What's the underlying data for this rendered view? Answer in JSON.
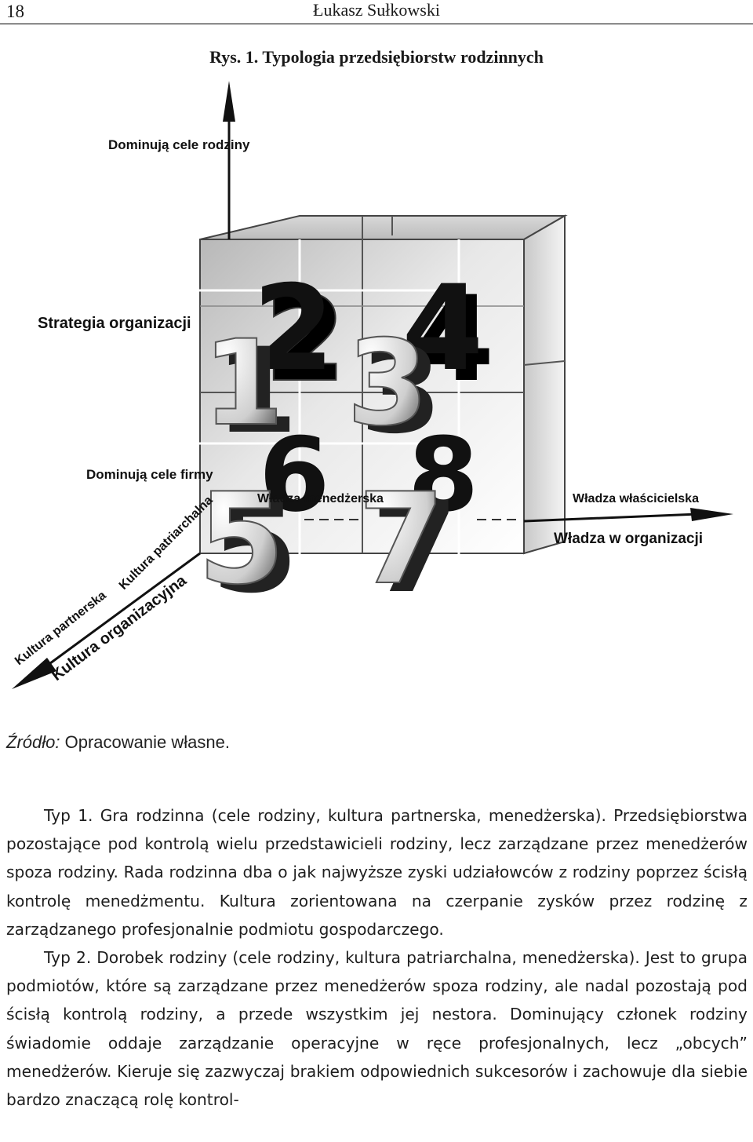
{
  "header": {
    "page_number": "18",
    "running_head": "Łukasz Sułkowski"
  },
  "figure": {
    "caption": "Rys. 1. Typologia przedsiębiorstw rodzinnych",
    "labels": {
      "y_top": "Dominują cele rodziny",
      "y_axis": "Strategia organizacji",
      "y_bottom": "Dominują cele firmy",
      "x_left": "Władza menedżerska",
      "x_right": "Władza właścicielska",
      "x_axis": "Władza w organizacji",
      "z_near": "Kultura partnerska",
      "z_far": "Kultura patriarchalna",
      "z_axis": "Kultura organizacyjna"
    },
    "cells": [
      "1",
      "2",
      "3",
      "4",
      "5",
      "6",
      "7",
      "8"
    ]
  },
  "source": {
    "label": "Źródło:",
    "text": " Opracowanie własne."
  },
  "body": {
    "p1": "Typ 1. Gra rodzinna (cele rodziny, kultura partnerska, menedżerska). Przedsiębiorstwa pozostające pod kontrolą wielu przedstawicieli rodziny, lecz zarządzane przez menedżerów spoza rodziny. Rada rodzinna dba o jak najwyższe zyski udziałowców z rodziny poprzez ścisłą kontrolę menedżmentu. Kultura zorientowana na czerpanie zysków przez rodzinę z zarządzanego profesjonalnie podmiotu gospodarczego.",
    "p2": "Typ 2. Dorobek rodziny (cele rodziny, kultura patriarchalna, menedżerska). Jest to grupa podmiotów, które są zarządzane przez menedżerów spoza rodziny, ale nadal pozostają pod ścisłą kontrolą rodziny, a przede wszystkim jej nestora. Dominujący członek rodziny świadomie oddaje zarządzanie operacyjne w ręce profesjonalnych, lecz „obcych” menedżerów. Kieruje się zazwyczaj brakiem odpowiednich sukcesorów i zachowuje dla siebie bardzo znaczącą rolę kontrol-"
  }
}
